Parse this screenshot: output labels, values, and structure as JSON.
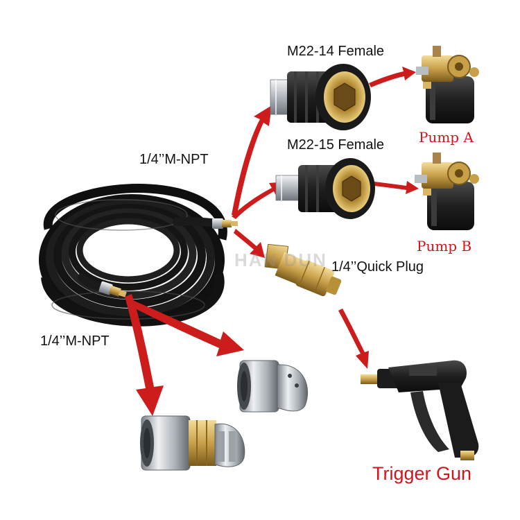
{
  "labels": {
    "m22_14": "M22-14 Female",
    "m22_15": "M22-15  Female",
    "npt_upper": "1/4’’M-NPT",
    "npt_lower": "1/4’’M-NPT",
    "quick_plug": "1/4’’Quick Plug",
    "pump_a": "Pump A",
    "pump_b": "Pump B",
    "trigger_gun": "Trigger Gun"
  },
  "watermark": "HAN DUN",
  "colors": {
    "arrow": "#cc1c1c",
    "label_accent": "#d2141c",
    "hose": "#1b1b1b",
    "brass": "#c9a04a",
    "steel": "#c8ccd1",
    "coupler_black": "#232323"
  }
}
